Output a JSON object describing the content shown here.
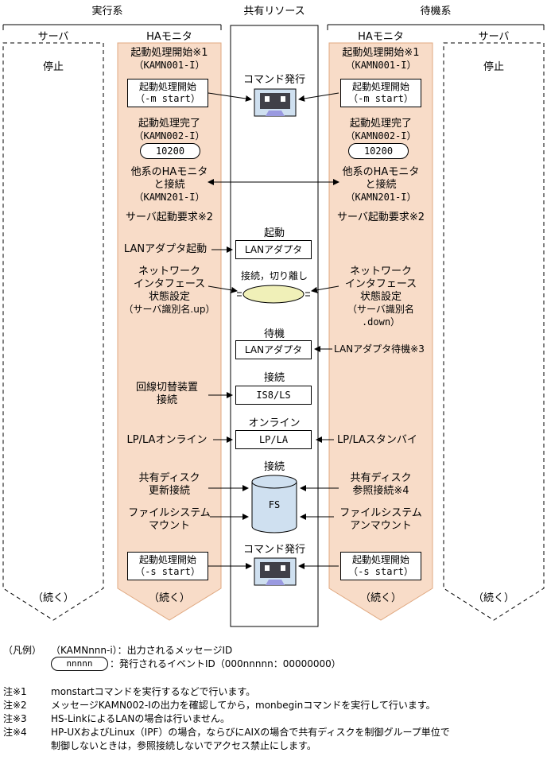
{
  "headers": {
    "left": "実行系",
    "center": "共有リソース",
    "right": "待機系"
  },
  "columns": {
    "server": "サーバ",
    "ha_monitor": "HAモニタ"
  },
  "left_server": {
    "status": "停止",
    "cont": "（続く）"
  },
  "right_server": {
    "status": "停止",
    "cont": "（続く）"
  },
  "left_ha": {
    "start_msg": "起動処理開始※1",
    "start_code": "（KAMN001-I）",
    "start_box_1": "起動処理開始",
    "start_box_2": "（-m start）",
    "done": "起動処理完了",
    "done_code": "（KAMN002-I）",
    "event_id": "10200",
    "connect_1": "他系のHAモニタ",
    "connect_2": "と接続",
    "connect_code": "（KAMN201-I）",
    "server_req": "サーバ起動要求※2",
    "lan_start": "LANアダプタ起動",
    "net_1": "ネットワーク",
    "net_2": "インタフェース",
    "net_3": "状態設定",
    "net_4": "（サーバ識別名.up）",
    "line_1": "回線切替装置",
    "line_2": "接続",
    "lp_online": "LP/LAオンライン",
    "disk_1": "共有ディスク",
    "disk_2": "更新接続",
    "fs_1": "ファイルシステム",
    "fs_2": "マウント",
    "s_box_1": "起動処理開始",
    "s_box_2": "（-s start）",
    "cont": "（続く）"
  },
  "right_ha": {
    "start_msg": "起動処理開始※1",
    "start_code": "（KAMN001-I）",
    "start_box_1": "起動処理開始",
    "start_box_2": "（-m start）",
    "done": "起動処理完了",
    "done_code": "（KAMN002-I）",
    "event_id": "10200",
    "connect_1": "他系のHAモニタ",
    "connect_2": "と接続",
    "connect_code": "（KAMN201-I）",
    "server_req": "サーバ起動要求※2",
    "net_1": "ネットワーク",
    "net_2": "インタフェース",
    "net_3": "状態設定",
    "net_4": "（サーバ識別名",
    "net_5": ".down）",
    "lan_standby": "LANアダプタ待機※3",
    "lp_standby": "LP/LAスタンバイ",
    "disk_1": "共有ディスク",
    "disk_2": "参照接続※4",
    "fs_1": "ファイルシステム",
    "fs_2": "アンマウント",
    "s_box_1": "起動処理開始",
    "s_box_2": "（-s start）",
    "cont": "（続く）"
  },
  "center": {
    "cmd_1": "コマンド発行",
    "start_label": "起動",
    "lan_adapter_1": "LANアダプタ",
    "connect_detach": "接続，切り離し",
    "standby_label": "待機",
    "lan_adapter_2": "LANアダプタ",
    "connect_label_1": "接続",
    "is8": "IS8/LS",
    "online_label": "オンライン",
    "lpla": "LP/LA",
    "connect_label_2": "接続",
    "fs": "FS",
    "cmd_2": "コマンド発行"
  },
  "legend": {
    "title": "（凡例）",
    "msg_format": "（KAMNnnn-i）：出力されるメッセージID",
    "event_sample": "nnnnn",
    "event_desc": "：発行されるイベントID（000nnnnn：00000000）"
  },
  "notes": [
    {
      "mark": "注※1",
      "text": "monstartコマンドを実行するなどで行います。"
    },
    {
      "mark": "注※2",
      "text": "メッセージKAMN002-Iの出力を確認してから，monbeginコマンドを実行して行います。"
    },
    {
      "mark": "注※3",
      "text": "HS-LinkによるLANの場合は行いません。"
    },
    {
      "mark": "注※4",
      "text": "HP-UXおよびLinux（IPF）の場合，ならびにAIXの場合で共有ディスクを制御グループ単位で"
    },
    {
      "mark": "",
      "text": "制御しないときは，参照接続しないでアクセス禁止にします。"
    }
  ],
  "colors": {
    "ha_fill": "#f8dcc8",
    "ha_stroke": "#e0a880",
    "device_fill": "#cfe0f0",
    "device_face": "#404048",
    "device_base": "#9a9ae0",
    "nic_fill": "#f0f0b8"
  }
}
